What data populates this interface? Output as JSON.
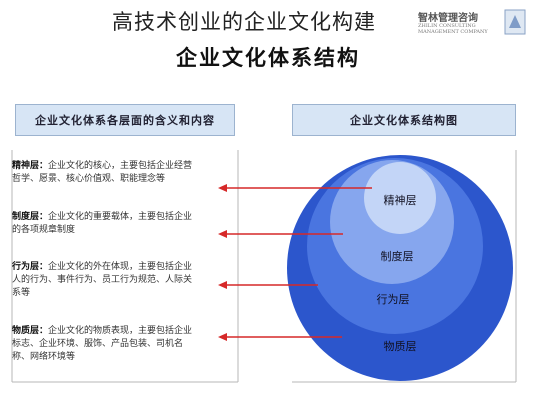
{
  "caption": "高技术创业的企业文化构建",
  "slide_title": "企业文化体系结构",
  "logo": {
    "brand": "智林管理咨询",
    "sub": "ZHILIN CONSULTING MANAGEMENT COMPANY"
  },
  "left_header": "企业文化体系各层面的含义和内容",
  "right_header": "企业文化体系结构图",
  "layers": [
    {
      "name": "精神层",
      "title": "精神层：",
      "desc": "企业文化的核心，主要包括企业经营哲学、愿景、核心价值观、职能理念等"
    },
    {
      "name": "制度层",
      "title": "制度层：",
      "desc": "企业文化的重要载体，主要包括企业的各项规章制度"
    },
    {
      "name": "行为层",
      "title": "行为层：",
      "desc": "企业文化的外在体现，主要包括企业人的行为、事件行为、员工行为规范、人际关系等"
    },
    {
      "name": "物质层",
      "title": "物质层：",
      "desc": "企业文化的物质表现，主要包括企业标志、企业环境、服饰、产品包装、司机名称、网络环境等"
    }
  ],
  "colors": {
    "outer": "#2c56cc",
    "ring2": "#4a75e0",
    "ring3": "#86a6ee",
    "inner": "#c3d5f7",
    "arrow": "#d62828"
  }
}
